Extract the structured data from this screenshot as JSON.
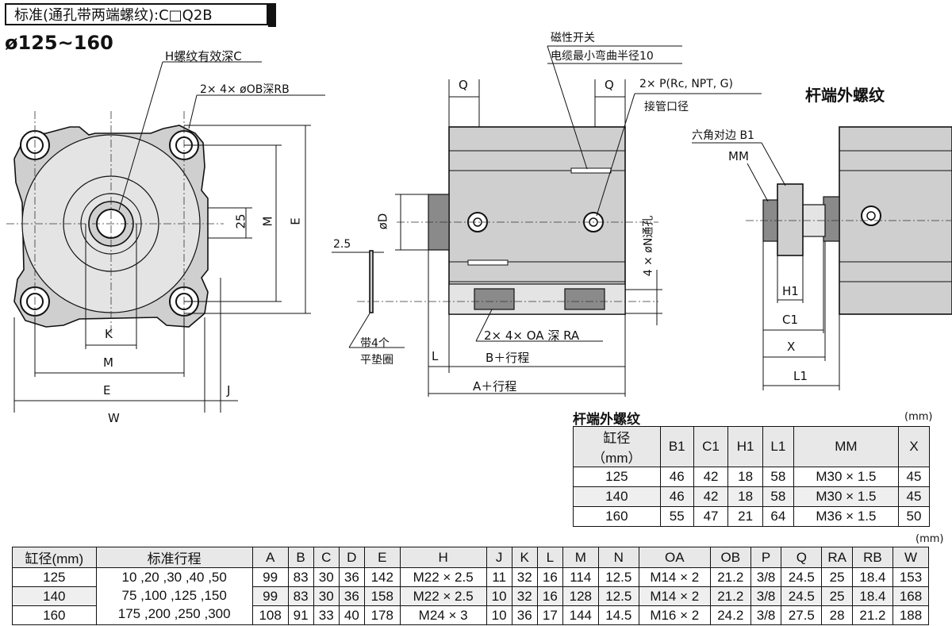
{
  "header": {
    "title": "标准(通孔带两端螺纹):C□Q2B",
    "bore_range": "ø125~160"
  },
  "front_view": {
    "label_h": "H螺纹有效深C",
    "label_ob": "2× 4× øOB深RB",
    "dim_25": "25",
    "dim_m_v": "M",
    "dim_e_v": "E",
    "dim_k": "K",
    "dim_m_h": "M",
    "dim_e_h": "E",
    "dim_j": "J",
    "dim_w": "W"
  },
  "side_view": {
    "dim_q_left": "Q",
    "dim_q_right": "Q",
    "switch_line1": "磁性开关",
    "switch_line2": "电缆最小弯曲半径10",
    "port_line1": "2× P(Rc, NPT, G)",
    "port_line2": "接管口径",
    "dim_d": "øD",
    "dim_n": "4 × øN通孔",
    "dim_25_washer": "2.5",
    "washer_line1": "带4个",
    "washer_line2": "平垫圈",
    "label_oa": "2× 4× OA 深 RA",
    "dim_l": "L",
    "dim_b": "B＋行程",
    "dim_a": "A＋行程"
  },
  "rod_view": {
    "title": "杆端外螺纹",
    "hex_label": "六角对边 B1",
    "mm_label": "MM",
    "dim_h1": "H1",
    "dim_c1": "C1",
    "dim_x": "X",
    "dim_l1": "L1"
  },
  "rod_table": {
    "caption": "杆端外螺纹",
    "unit": "(mm)",
    "bore_header_1": "缸径",
    "bore_header_2": "（mm）",
    "headers": [
      "B1",
      "C1",
      "H1",
      "L1",
      "MM",
      "X"
    ],
    "rows": [
      [
        "125",
        "46",
        "42",
        "18",
        "58",
        "M30 × 1.5",
        "45"
      ],
      [
        "140",
        "46",
        "42",
        "18",
        "58",
        "M30 × 1.5",
        "45"
      ],
      [
        "160",
        "55",
        "47",
        "21",
        "64",
        "M36 × 1.5",
        "50"
      ]
    ]
  },
  "main_table": {
    "unit": "(mm)",
    "headers": [
      "缸径(mm)",
      "标准行程",
      "A",
      "B",
      "C",
      "D",
      "E",
      "H",
      "J",
      "K",
      "L",
      "M",
      "N",
      "OA",
      "OB",
      "P",
      "Q",
      "RA",
      "RB",
      "W"
    ],
    "strokes": [
      "10 ,20 ,30 ,40 ,50",
      "75 ,100 ,125 ,150",
      "175 ,200 ,250 ,300"
    ],
    "rows": [
      [
        "125",
        "99",
        "83",
        "30",
        "36",
        "142",
        "M22 × 2.5",
        "11",
        "32",
        "16",
        "114",
        "12.5",
        "M14 × 2",
        "21.2",
        "3/8",
        "24.5",
        "25",
        "18.4",
        "153"
      ],
      [
        "140",
        "99",
        "83",
        "30",
        "36",
        "158",
        "M22 × 2.5",
        "10",
        "32",
        "16",
        "128",
        "12.5",
        "M14 × 2",
        "21.2",
        "3/8",
        "24.5",
        "25",
        "18.4",
        "168"
      ],
      [
        "160",
        "108",
        "91",
        "33",
        "40",
        "178",
        "M24 × 3",
        "10",
        "36",
        "17",
        "144",
        "14.5",
        "M16 × 2",
        "24.2",
        "3/8",
        "27.5",
        "28",
        "21.2",
        "188"
      ]
    ]
  }
}
